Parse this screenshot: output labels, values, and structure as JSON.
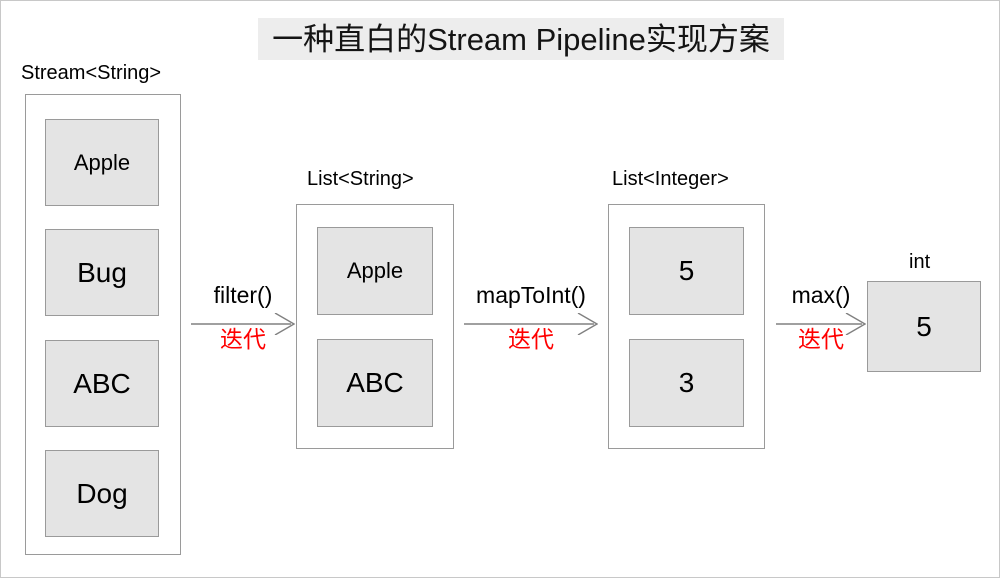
{
  "page": {
    "title": "一种直白的Stream Pipeline实现方案",
    "background_color": "#ffffff",
    "border_color": "#c8c8c8"
  },
  "colors": {
    "title_highlight": "#ededed",
    "box_fill": "#e4e4e4",
    "box_border": "#9a9a9a",
    "arrow": "#808080",
    "note_text": "#ff0000",
    "text": "#000000"
  },
  "stages": [
    {
      "id": "stream",
      "label": "Stream<String>",
      "items": [
        {
          "text": "Apple",
          "size": "small"
        },
        {
          "text": "Bug",
          "size": "large"
        },
        {
          "text": "ABC",
          "size": "large"
        },
        {
          "text": "Dog",
          "size": "large"
        }
      ]
    },
    {
      "id": "list-string",
      "label": "List<String>",
      "items": [
        {
          "text": "Apple",
          "size": "small"
        },
        {
          "text": "ABC",
          "size": "large"
        }
      ]
    },
    {
      "id": "list-integer",
      "label": "List<Integer>",
      "items": [
        {
          "text": "5",
          "size": "large"
        },
        {
          "text": "3",
          "size": "large"
        }
      ]
    },
    {
      "id": "int-result",
      "label": "int",
      "items": [
        {
          "text": "5",
          "size": "large"
        }
      ]
    }
  ],
  "arrows": [
    {
      "id": "filter",
      "operation": "filter()",
      "note": "迭代"
    },
    {
      "id": "mapToInt",
      "operation": "mapToInt()",
      "note": "迭代"
    },
    {
      "id": "max",
      "operation": "max()",
      "note": "迭代"
    }
  ]
}
